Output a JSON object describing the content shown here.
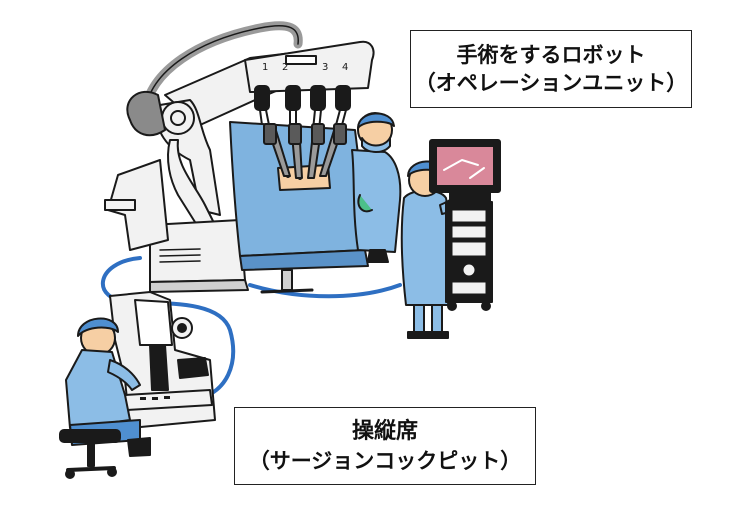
{
  "labels": {
    "robot": {
      "line1": "手術をするロボット",
      "line2": "（オペレーションユニット）"
    },
    "cockpit": {
      "line1": "操縦席",
      "line2": "（サージョンコックピット）"
    }
  },
  "arm_numbers": [
    "1",
    "2",
    "3",
    "4"
  ],
  "colors": {
    "drape": "#7fb3df",
    "drape_dark": "#5a92c8",
    "scrubs": "#8cbde6",
    "cap": "#4f8fd0",
    "machine": "#f2f2f2",
    "outline": "#1a1a1a",
    "cable": "#2e6fc2",
    "patient_skin": "#f6cfa4"
  }
}
